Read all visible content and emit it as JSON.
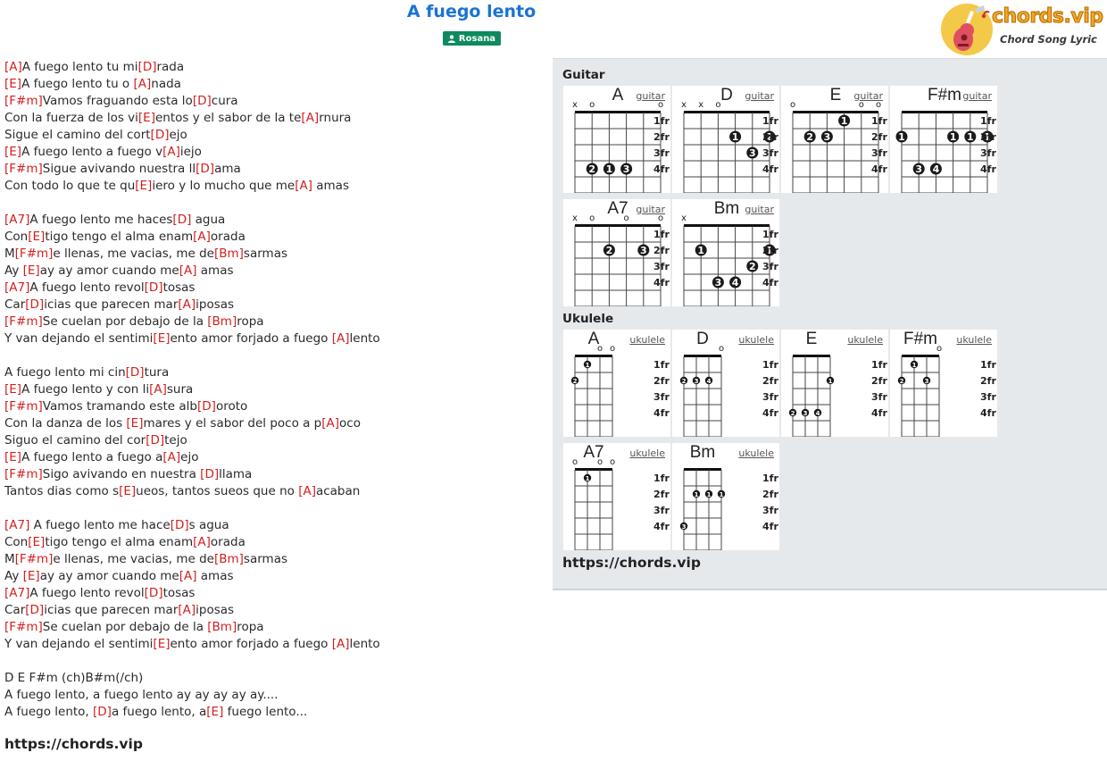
{
  "song": {
    "title": "A fuego lento",
    "artist": "Rosana"
  },
  "logo": {
    "primary": "chords.vip",
    "secondary": "Chord Song Lyric"
  },
  "colors": {
    "title": "#1a74d4",
    "chord": "#d31f1f",
    "badge": "#0f8a5f",
    "panel": "#e6e9ec"
  },
  "lyrics": [
    [
      {
        "c": "A"
      },
      {
        "t": "A fuego lento tu mi"
      },
      {
        "c": "D"
      },
      {
        "t": "rada"
      }
    ],
    [
      {
        "c": "E"
      },
      {
        "t": "A fuego lento tu o "
      },
      {
        "c": "A"
      },
      {
        "t": "nada"
      }
    ],
    [
      {
        "c": "F#m"
      },
      {
        "t": "Vamos fraguando esta lo"
      },
      {
        "c": "D"
      },
      {
        "t": "cura"
      }
    ],
    [
      {
        "t": "Con la fuerza de los vi"
      },
      {
        "c": "E"
      },
      {
        "t": "entos y el sabor de la te"
      },
      {
        "c": "A"
      },
      {
        "t": "rnura"
      }
    ],
    [
      {
        "t": "Sigue el camino del cort"
      },
      {
        "c": "D"
      },
      {
        "t": "ejo"
      }
    ],
    [
      {
        "c": "E"
      },
      {
        "t": "A fuego lento a fuego v"
      },
      {
        "c": "A"
      },
      {
        "t": "iejo"
      }
    ],
    [
      {
        "c": "F#m"
      },
      {
        "t": "Sigue avivando nuestra ll"
      },
      {
        "c": "D"
      },
      {
        "t": "ama"
      }
    ],
    [
      {
        "t": "Con todo lo que te qu"
      },
      {
        "c": "E"
      },
      {
        "t": "iero y lo mucho que me"
      },
      {
        "c": "A"
      },
      {
        "t": " amas"
      }
    ],
    [],
    [
      {
        "c": "A7"
      },
      {
        "t": "A fuego lento me haces"
      },
      {
        "c": "D"
      },
      {
        "t": " agua"
      }
    ],
    [
      {
        "t": "Con"
      },
      {
        "c": "E"
      },
      {
        "t": "tigo tengo el alma enam"
      },
      {
        "c": "A"
      },
      {
        "t": "orada"
      }
    ],
    [
      {
        "t": "M"
      },
      {
        "c": "F#m"
      },
      {
        "t": "e llenas, me vacias, me de"
      },
      {
        "c": "Bm"
      },
      {
        "t": "sarmas"
      }
    ],
    [
      {
        "t": "Ay "
      },
      {
        "c": "E"
      },
      {
        "t": "ay ay amor cuando me"
      },
      {
        "c": "A"
      },
      {
        "t": " amas"
      }
    ],
    [
      {
        "c": "A7"
      },
      {
        "t": "A fuego lento revol"
      },
      {
        "c": "D"
      },
      {
        "t": "tosas"
      }
    ],
    [
      {
        "t": "Car"
      },
      {
        "c": "D"
      },
      {
        "t": "icias que parecen mar"
      },
      {
        "c": "A"
      },
      {
        "t": "iposas"
      }
    ],
    [
      {
        "c": "F#m"
      },
      {
        "t": "Se cuelan por debajo de la "
      },
      {
        "c": "Bm"
      },
      {
        "t": "ropa"
      }
    ],
    [
      {
        "t": "Y van dejando el sentimi"
      },
      {
        "c": "E"
      },
      {
        "t": "ento amor forjado a fuego "
      },
      {
        "c": "A"
      },
      {
        "t": "lento"
      }
    ],
    [],
    [
      {
        "t": "A fuego lento mi cin"
      },
      {
        "c": "D"
      },
      {
        "t": "tura"
      }
    ],
    [
      {
        "c": "E"
      },
      {
        "t": "A fuego lento y con li"
      },
      {
        "c": "A"
      },
      {
        "t": "sura"
      }
    ],
    [
      {
        "c": "F#m"
      },
      {
        "t": "Vamos tramando este alb"
      },
      {
        "c": "D"
      },
      {
        "t": "oroto"
      }
    ],
    [
      {
        "t": "Con la danza de los "
      },
      {
        "c": "E"
      },
      {
        "t": "mares y el sabor del poco a p"
      },
      {
        "c": "A"
      },
      {
        "t": "oco"
      }
    ],
    [
      {
        "t": "Siguo el camino del cor"
      },
      {
        "c": "D"
      },
      {
        "t": "tejo"
      }
    ],
    [
      {
        "c": "E"
      },
      {
        "t": "A fuego lento a fuego a"
      },
      {
        "c": "A"
      },
      {
        "t": "ejo"
      }
    ],
    [
      {
        "c": "F#m"
      },
      {
        "t": "Sigo avivando en nuestra "
      },
      {
        "c": "D"
      },
      {
        "t": "llama"
      }
    ],
    [
      {
        "t": "Tantos dias como s"
      },
      {
        "c": "E"
      },
      {
        "t": "ueos, tantos sueos que no "
      },
      {
        "c": "A"
      },
      {
        "t": "acaban"
      }
    ],
    [],
    [
      {
        "c": "A7"
      },
      {
        "t": " A fuego lento me hace"
      },
      {
        "c": "D"
      },
      {
        "t": "s agua"
      }
    ],
    [
      {
        "t": "Con"
      },
      {
        "c": "E"
      },
      {
        "t": "tigo tengo el alma enam"
      },
      {
        "c": "A"
      },
      {
        "t": "orada"
      }
    ],
    [
      {
        "t": "M"
      },
      {
        "c": "F#m"
      },
      {
        "t": "e llenas, me vacias, me de"
      },
      {
        "c": "Bm"
      },
      {
        "t": "sarmas"
      }
    ],
    [
      {
        "t": "Ay "
      },
      {
        "c": "E"
      },
      {
        "t": "ay ay amor cuando me"
      },
      {
        "c": "A"
      },
      {
        "t": " amas"
      }
    ],
    [
      {
        "c": "A7"
      },
      {
        "t": "A fuego lento revol"
      },
      {
        "c": "D"
      },
      {
        "t": "tosas"
      }
    ],
    [
      {
        "t": "Car"
      },
      {
        "c": "D"
      },
      {
        "t": "icias que parecen mar"
      },
      {
        "c": "A"
      },
      {
        "t": "iposas"
      }
    ],
    [
      {
        "c": "F#m"
      },
      {
        "t": "Se cuelan por debajo de la "
      },
      {
        "c": "Bm"
      },
      {
        "t": "ropa"
      }
    ],
    [
      {
        "t": "Y van dejando el sentimi"
      },
      {
        "c": "E"
      },
      {
        "t": "ento amor forjado a fuego "
      },
      {
        "c": "A"
      },
      {
        "t": "lento"
      }
    ],
    [],
    [
      {
        "t": "D E F#m (ch)B#m(/ch)"
      }
    ],
    [
      {
        "t": "A fuego lento, a fuego lento ay ay ay ay ay...."
      }
    ],
    [
      {
        "t": "A fuego lento, "
      },
      {
        "c": "D"
      },
      {
        "t": "a fuego lento, a"
      },
      {
        "c": "E"
      },
      {
        "t": " fuego lento..."
      }
    ]
  ],
  "credits": {
    "lyrics_footer": "https://chords.vip",
    "panel_footer": "https://chords.vip"
  },
  "chord_panel": {
    "guitar_title": "Guitar",
    "ukulele_title": "Ukulele",
    "fret_labels": [
      "1fr",
      "2fr",
      "3fr",
      "4fr"
    ],
    "guitar": [
      {
        "name": "A",
        "link": "guitar",
        "markers": [
          "x",
          "o",
          "",
          "",
          "",
          "o"
        ],
        "dots": [
          [
            1,
            4,
            "2"
          ],
          [
            2,
            4,
            "1"
          ],
          [
            3,
            4,
            "3"
          ]
        ]
      },
      {
        "name": "D",
        "link": "guitar",
        "markers": [
          "x",
          "x",
          "o",
          "",
          "",
          ""
        ],
        "dots": [
          [
            3,
            2,
            "1"
          ],
          [
            4,
            3,
            "3"
          ],
          [
            5,
            2,
            "2"
          ]
        ]
      },
      {
        "name": "E",
        "link": "guitar",
        "markers": [
          "o",
          "",
          "",
          "",
          "o",
          "o"
        ],
        "dots": [
          [
            1,
            2,
            "2"
          ],
          [
            2,
            2,
            "3"
          ],
          [
            3,
            1,
            "1"
          ]
        ]
      },
      {
        "name": "F#m",
        "link": "guitar",
        "markers": [
          "",
          "",
          "",
          "",
          "",
          ""
        ],
        "dots": [
          [
            0,
            2,
            "1"
          ],
          [
            1,
            4,
            "3"
          ],
          [
            2,
            4,
            "4"
          ],
          [
            3,
            2,
            "1"
          ],
          [
            4,
            2,
            "1"
          ],
          [
            5,
            2,
            "1"
          ]
        ]
      },
      {
        "name": "A7",
        "link": "guitar",
        "markers": [
          "x",
          "o",
          "",
          "o",
          "",
          "o"
        ],
        "dots": [
          [
            2,
            2,
            "2"
          ],
          [
            4,
            2,
            "3"
          ]
        ]
      },
      {
        "name": "Bm",
        "link": "guitar",
        "markers": [
          "x",
          "",
          "",
          "",
          "",
          ""
        ],
        "dots": [
          [
            1,
            2,
            "1"
          ],
          [
            2,
            4,
            "3"
          ],
          [
            3,
            4,
            "4"
          ],
          [
            4,
            3,
            "2"
          ],
          [
            5,
            2,
            "1"
          ]
        ]
      }
    ],
    "ukulele": [
      {
        "name": "A",
        "link": "ukulele",
        "markers": [
          "",
          "",
          "o",
          "o"
        ],
        "dots": [
          [
            0,
            2,
            "2"
          ],
          [
            1,
            1,
            "1"
          ]
        ]
      },
      {
        "name": "D",
        "link": "ukulele",
        "markers": [
          "",
          "",
          "",
          "o"
        ],
        "dots": [
          [
            0,
            2,
            "2"
          ],
          [
            1,
            2,
            "3"
          ],
          [
            2,
            2,
            "4"
          ]
        ]
      },
      {
        "name": "E",
        "link": "ukulele",
        "markers": [
          "",
          "",
          "",
          ""
        ],
        "dots": [
          [
            0,
            4,
            "2"
          ],
          [
            1,
            4,
            "3"
          ],
          [
            2,
            4,
            "4"
          ],
          [
            3,
            2,
            "1"
          ]
        ]
      },
      {
        "name": "F#m",
        "link": "ukulele",
        "markers": [
          "",
          "",
          "",
          "o"
        ],
        "dots": [
          [
            0,
            2,
            "2"
          ],
          [
            1,
            1,
            "1"
          ],
          [
            2,
            2,
            "3"
          ]
        ]
      },
      {
        "name": "A7",
        "link": "ukulele",
        "markers": [
          "o",
          "",
          "o",
          "o"
        ],
        "dots": [
          [
            1,
            1,
            "1"
          ]
        ]
      },
      {
        "name": "Bm",
        "link": "ukulele",
        "markers": [
          "",
          "",
          "",
          ""
        ],
        "dots": [
          [
            0,
            4,
            "3"
          ],
          [
            1,
            2,
            "1"
          ],
          [
            2,
            2,
            "1"
          ],
          [
            3,
            2,
            "1"
          ]
        ]
      }
    ]
  }
}
